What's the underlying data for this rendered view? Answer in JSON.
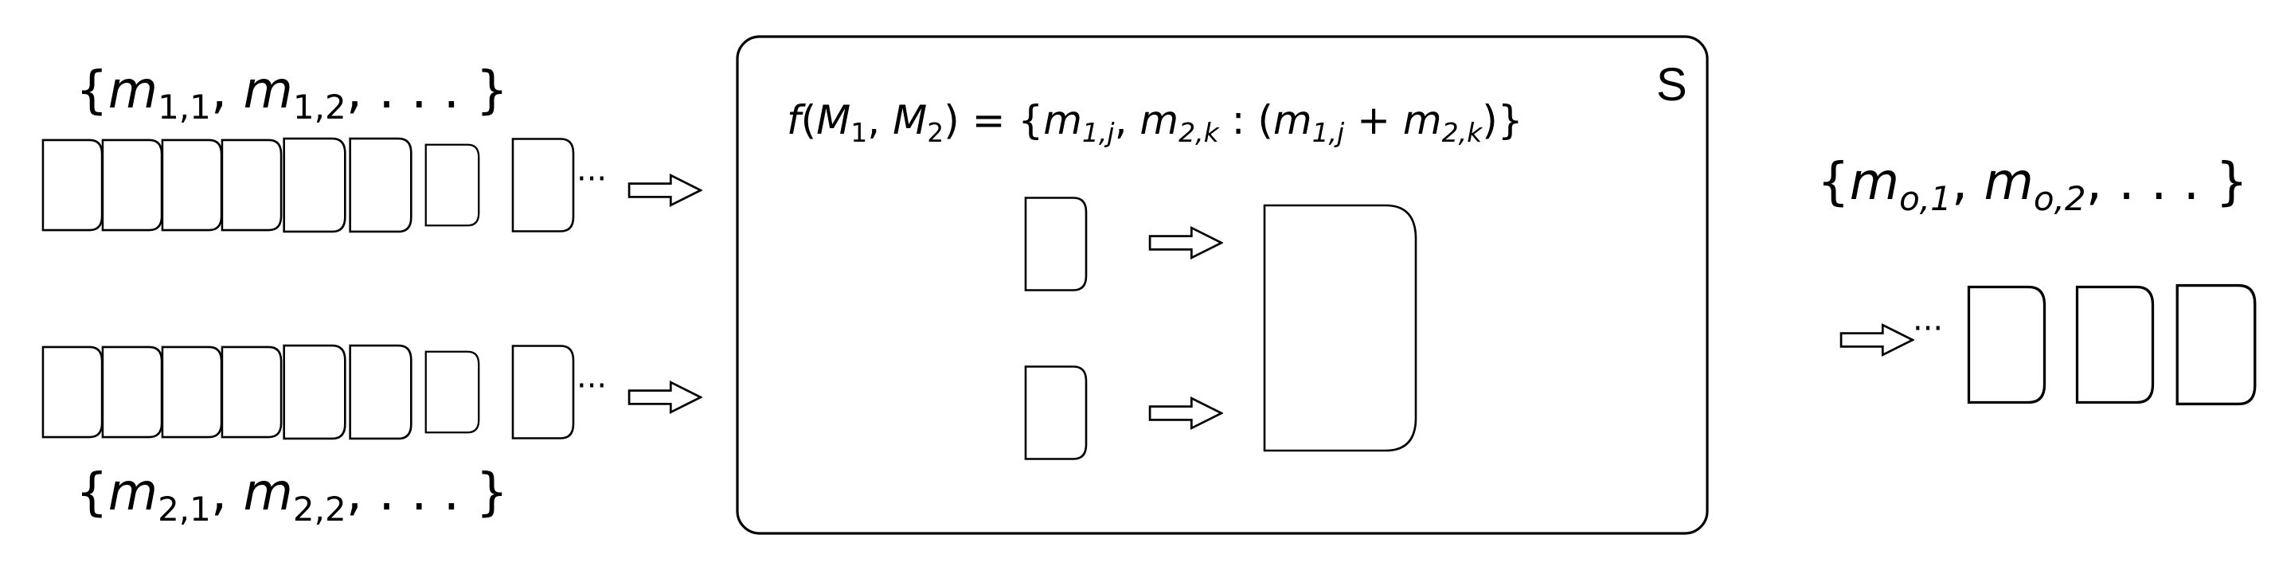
{
  "input_stream_1": {
    "set_open": "{",
    "var": "m",
    "sub1": "1,1",
    "sep1": ", ",
    "sub2": "1,2",
    "tail": ", . . . }"
  },
  "input_stream_2": {
    "set_open": "{",
    "var": "m",
    "sub1": "2,1",
    "sep1": ", ",
    "sub2": "2,2",
    "tail": ", . . . }"
  },
  "output_stream": {
    "set_open": "{",
    "var": "m",
    "sub1": "o,1",
    "sep1": ", ",
    "sub2": "o,2",
    "tail": ", . . . }"
  },
  "service": {
    "label": "S",
    "function": {
      "f": "f",
      "open": "(",
      "M": "M",
      "M1_sub": "1",
      "comma": ", ",
      "M2_sub": "2",
      "eq": ") = {",
      "m": "m",
      "mj_sub": "1,j",
      "mk_sub": "2,k",
      "colon": " : (",
      "plus": " + ",
      "close": ")}"
    }
  },
  "ellipsis": "···"
}
